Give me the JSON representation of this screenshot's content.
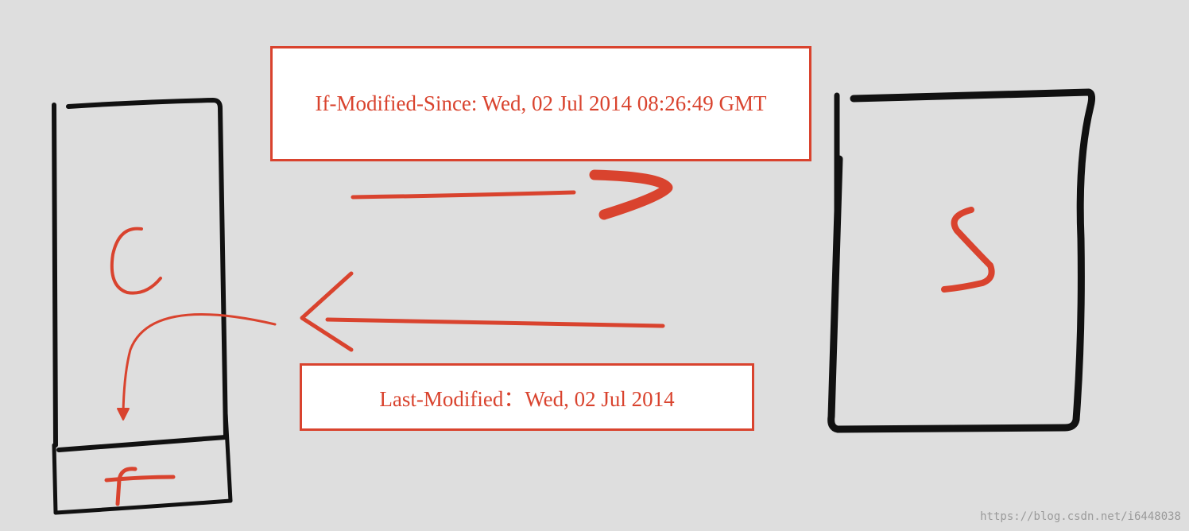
{
  "colors": {
    "ink": "#111111",
    "accent": "#d9432e",
    "background": "#dedede"
  },
  "client": {
    "letter": "C",
    "cache_letter": "f"
  },
  "server": {
    "letter": "S"
  },
  "request": {
    "header_text": "If-Modified-Since: Wed, 02 Jul 2014 08:26:49 GMT"
  },
  "response": {
    "header_text": "Last-Modified：Wed, 02 Jul 2014"
  },
  "watermark": "https://blog.csdn.net/i6448038"
}
